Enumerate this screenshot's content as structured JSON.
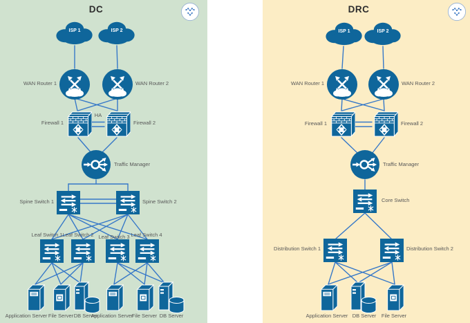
{
  "colors": {
    "node_blue": "#0f669b",
    "line_blue": "#3678c8",
    "dc_background": "#d0e2cf",
    "drc_background": "#fcedc5",
    "label_text": "#575757",
    "title_text": "#2d2d2d",
    "logo_dot_blue": "#2f6fbf"
  },
  "left_panel": {
    "title": "DC",
    "logo": "network-dots-logo",
    "nodes": {
      "isp1": "ISP 1",
      "isp2": "ISP 2",
      "wan_router1": "WAN Router 1",
      "wan_router2": "WAN Router 2",
      "firewall1": "Firewall 1",
      "firewall2": "Firewall 2",
      "ha": "HA",
      "traffic_manager": "Traffic Manager",
      "spine1": "Spine Switch 1",
      "spine2": "Spine Switch 2",
      "leaf1": "Leaf Switch 1",
      "leaf2": "Leaf Switch 2",
      "leaf3": "Leaf Switch 3",
      "leaf4": "Leaf Switch 4",
      "server1": "Application Server",
      "server2": "File Server",
      "server3": "DB Server",
      "server4": "Application Server",
      "server5": "File Server",
      "server6": "DB Server"
    },
    "edges": [
      [
        "ISP 1",
        "WAN Router 1"
      ],
      [
        "ISP 2",
        "WAN Router 2"
      ],
      [
        "WAN Router 1",
        "Firewall 1"
      ],
      [
        "WAN Router 1",
        "Firewall 2"
      ],
      [
        "WAN Router 2",
        "Firewall 1"
      ],
      [
        "WAN Router 2",
        "Firewall 2"
      ],
      [
        "Firewall 1",
        "Firewall 2"
      ],
      [
        "Firewall 1",
        "Traffic Manager"
      ],
      [
        "Firewall 2",
        "Traffic Manager"
      ],
      [
        "Traffic Manager",
        "Spine Switch 1"
      ],
      [
        "Traffic Manager",
        "Spine Switch 2"
      ],
      [
        "Spine Switch 1",
        "Spine Switch 2"
      ],
      [
        "Spine Switch 1",
        "Leaf Switch 1"
      ],
      [
        "Spine Switch 1",
        "Leaf Switch 2"
      ],
      [
        "Spine Switch 1",
        "Leaf Switch 3"
      ],
      [
        "Spine Switch 1",
        "Leaf Switch 4"
      ],
      [
        "Spine Switch 2",
        "Leaf Switch 1"
      ],
      [
        "Spine Switch 2",
        "Leaf Switch 2"
      ],
      [
        "Spine Switch 2",
        "Leaf Switch 3"
      ],
      [
        "Spine Switch 2",
        "Leaf Switch 4"
      ],
      [
        "Leaf Switch 1",
        "Application Server"
      ],
      [
        "Leaf Switch 1",
        "File Server"
      ],
      [
        "Leaf Switch 1",
        "DB Server"
      ],
      [
        "Leaf Switch 2",
        "Application Server"
      ],
      [
        "Leaf Switch 2",
        "File Server"
      ],
      [
        "Leaf Switch 2",
        "DB Server"
      ],
      [
        "Leaf Switch 3",
        "Application Server 2"
      ],
      [
        "Leaf Switch 3",
        "File Server 2"
      ],
      [
        "Leaf Switch 3",
        "DB Server 2"
      ],
      [
        "Leaf Switch 4",
        "Application Server 2"
      ],
      [
        "Leaf Switch 4",
        "File Server 2"
      ],
      [
        "Leaf Switch 4",
        "DB Server 2"
      ]
    ]
  },
  "right_panel": {
    "title": "DRC",
    "logo": "network-dots-logo",
    "nodes": {
      "isp1": "ISP 1",
      "isp2": "ISP 2",
      "wan_router1": "WAN Router 1",
      "wan_router2": "WAN Router 2",
      "firewall1": "Firewall 1",
      "firewall2": "Firewall 2",
      "traffic_manager": "Traffic Manager",
      "core_switch": "Core Switch",
      "dist1": "Distribution Switch 1",
      "dist2": "Distribution Switch 2",
      "server1": "Application Server",
      "server2": "DB Server",
      "server3": "File Server"
    },
    "edges": [
      [
        "ISP 1",
        "WAN Router 1"
      ],
      [
        "ISP 2",
        "WAN Router 2"
      ],
      [
        "WAN Router 1",
        "Firewall 1"
      ],
      [
        "WAN Router 1",
        "Firewall 2"
      ],
      [
        "WAN Router 2",
        "Firewall 1"
      ],
      [
        "WAN Router 2",
        "Firewall 2"
      ],
      [
        "Firewall 1",
        "Firewall 2"
      ],
      [
        "Firewall 1",
        "Traffic Manager"
      ],
      [
        "Firewall 2",
        "Traffic Manager"
      ],
      [
        "Traffic Manager",
        "Core Switch"
      ],
      [
        "Core Switch",
        "Distribution Switch 1"
      ],
      [
        "Core Switch",
        "Distribution Switch 2"
      ],
      [
        "Distribution Switch 1",
        "Application Server"
      ],
      [
        "Distribution Switch 1",
        "DB Server"
      ],
      [
        "Distribution Switch 1",
        "File Server"
      ],
      [
        "Distribution Switch 2",
        "Application Server"
      ],
      [
        "Distribution Switch 2",
        "DB Server"
      ],
      [
        "Distribution Switch 2",
        "File Server"
      ]
    ]
  }
}
